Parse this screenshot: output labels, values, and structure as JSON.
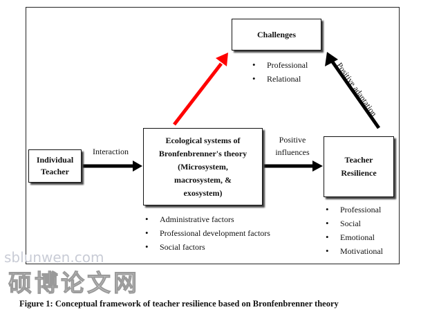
{
  "boxes": {
    "challenges": "Challenges",
    "individual_teacher": [
      "Individual",
      "Teacher"
    ],
    "ecological": [
      "Ecological systems of",
      "Bronfenbrenner's theory",
      "(Microsystem,",
      "macrosystem, &",
      "exosystem)"
    ],
    "resilience": [
      "Teacher",
      "Resilience"
    ]
  },
  "arrow_labels": {
    "interaction": "Interaction",
    "positive_influences": [
      "Positive",
      "influences"
    ],
    "positive_adaptation": "Positive adaptation"
  },
  "lists": {
    "challenges": [
      "Professional",
      "Relational"
    ],
    "ecological": [
      "Administrative factors",
      "Professional development factors",
      "Social factors"
    ],
    "resilience": [
      "Professional",
      "Social",
      "Emotional",
      "Motivational"
    ]
  },
  "watermark": {
    "url": "sblunwen.com",
    "chinese": "硕博论文网"
  },
  "caption": "Figure 1: Conceptual framework of teacher resilience based on Bronfenbrenner theory",
  "colors": {
    "red_arrow": "#ff0000",
    "black_arrow": "#000000"
  }
}
